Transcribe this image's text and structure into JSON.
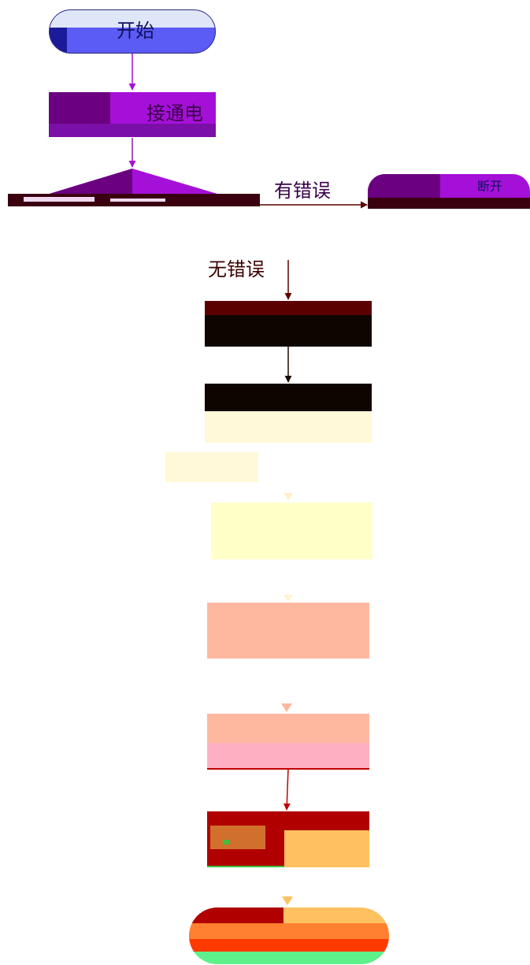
{
  "nodes": {
    "start": {
      "label": "开始"
    },
    "power_on": {
      "label": "接通电"
    },
    "branch_error": {
      "label": "有错误"
    },
    "branch_ok": {
      "label": "无错误"
    },
    "disconnect": {
      "label": "断开"
    }
  },
  "colors": {
    "start_fill": "#5b5bf5",
    "start_top": "#dfe6f7",
    "purple_dark": "#6b0080",
    "purple": "#a510d8",
    "maroon": "#5b0000",
    "black_box": "#0f0500",
    "cream": "#fff8d9",
    "pale_yellow": "#ffffc8",
    "salmon": "#ffb8a0",
    "pink": "#ffb0c0",
    "dark_red": "#b00000",
    "orange": "#ffc060",
    "orange_dark": "#ff8030",
    "red_orange": "#ff3a00",
    "green": "#5ef08a"
  }
}
